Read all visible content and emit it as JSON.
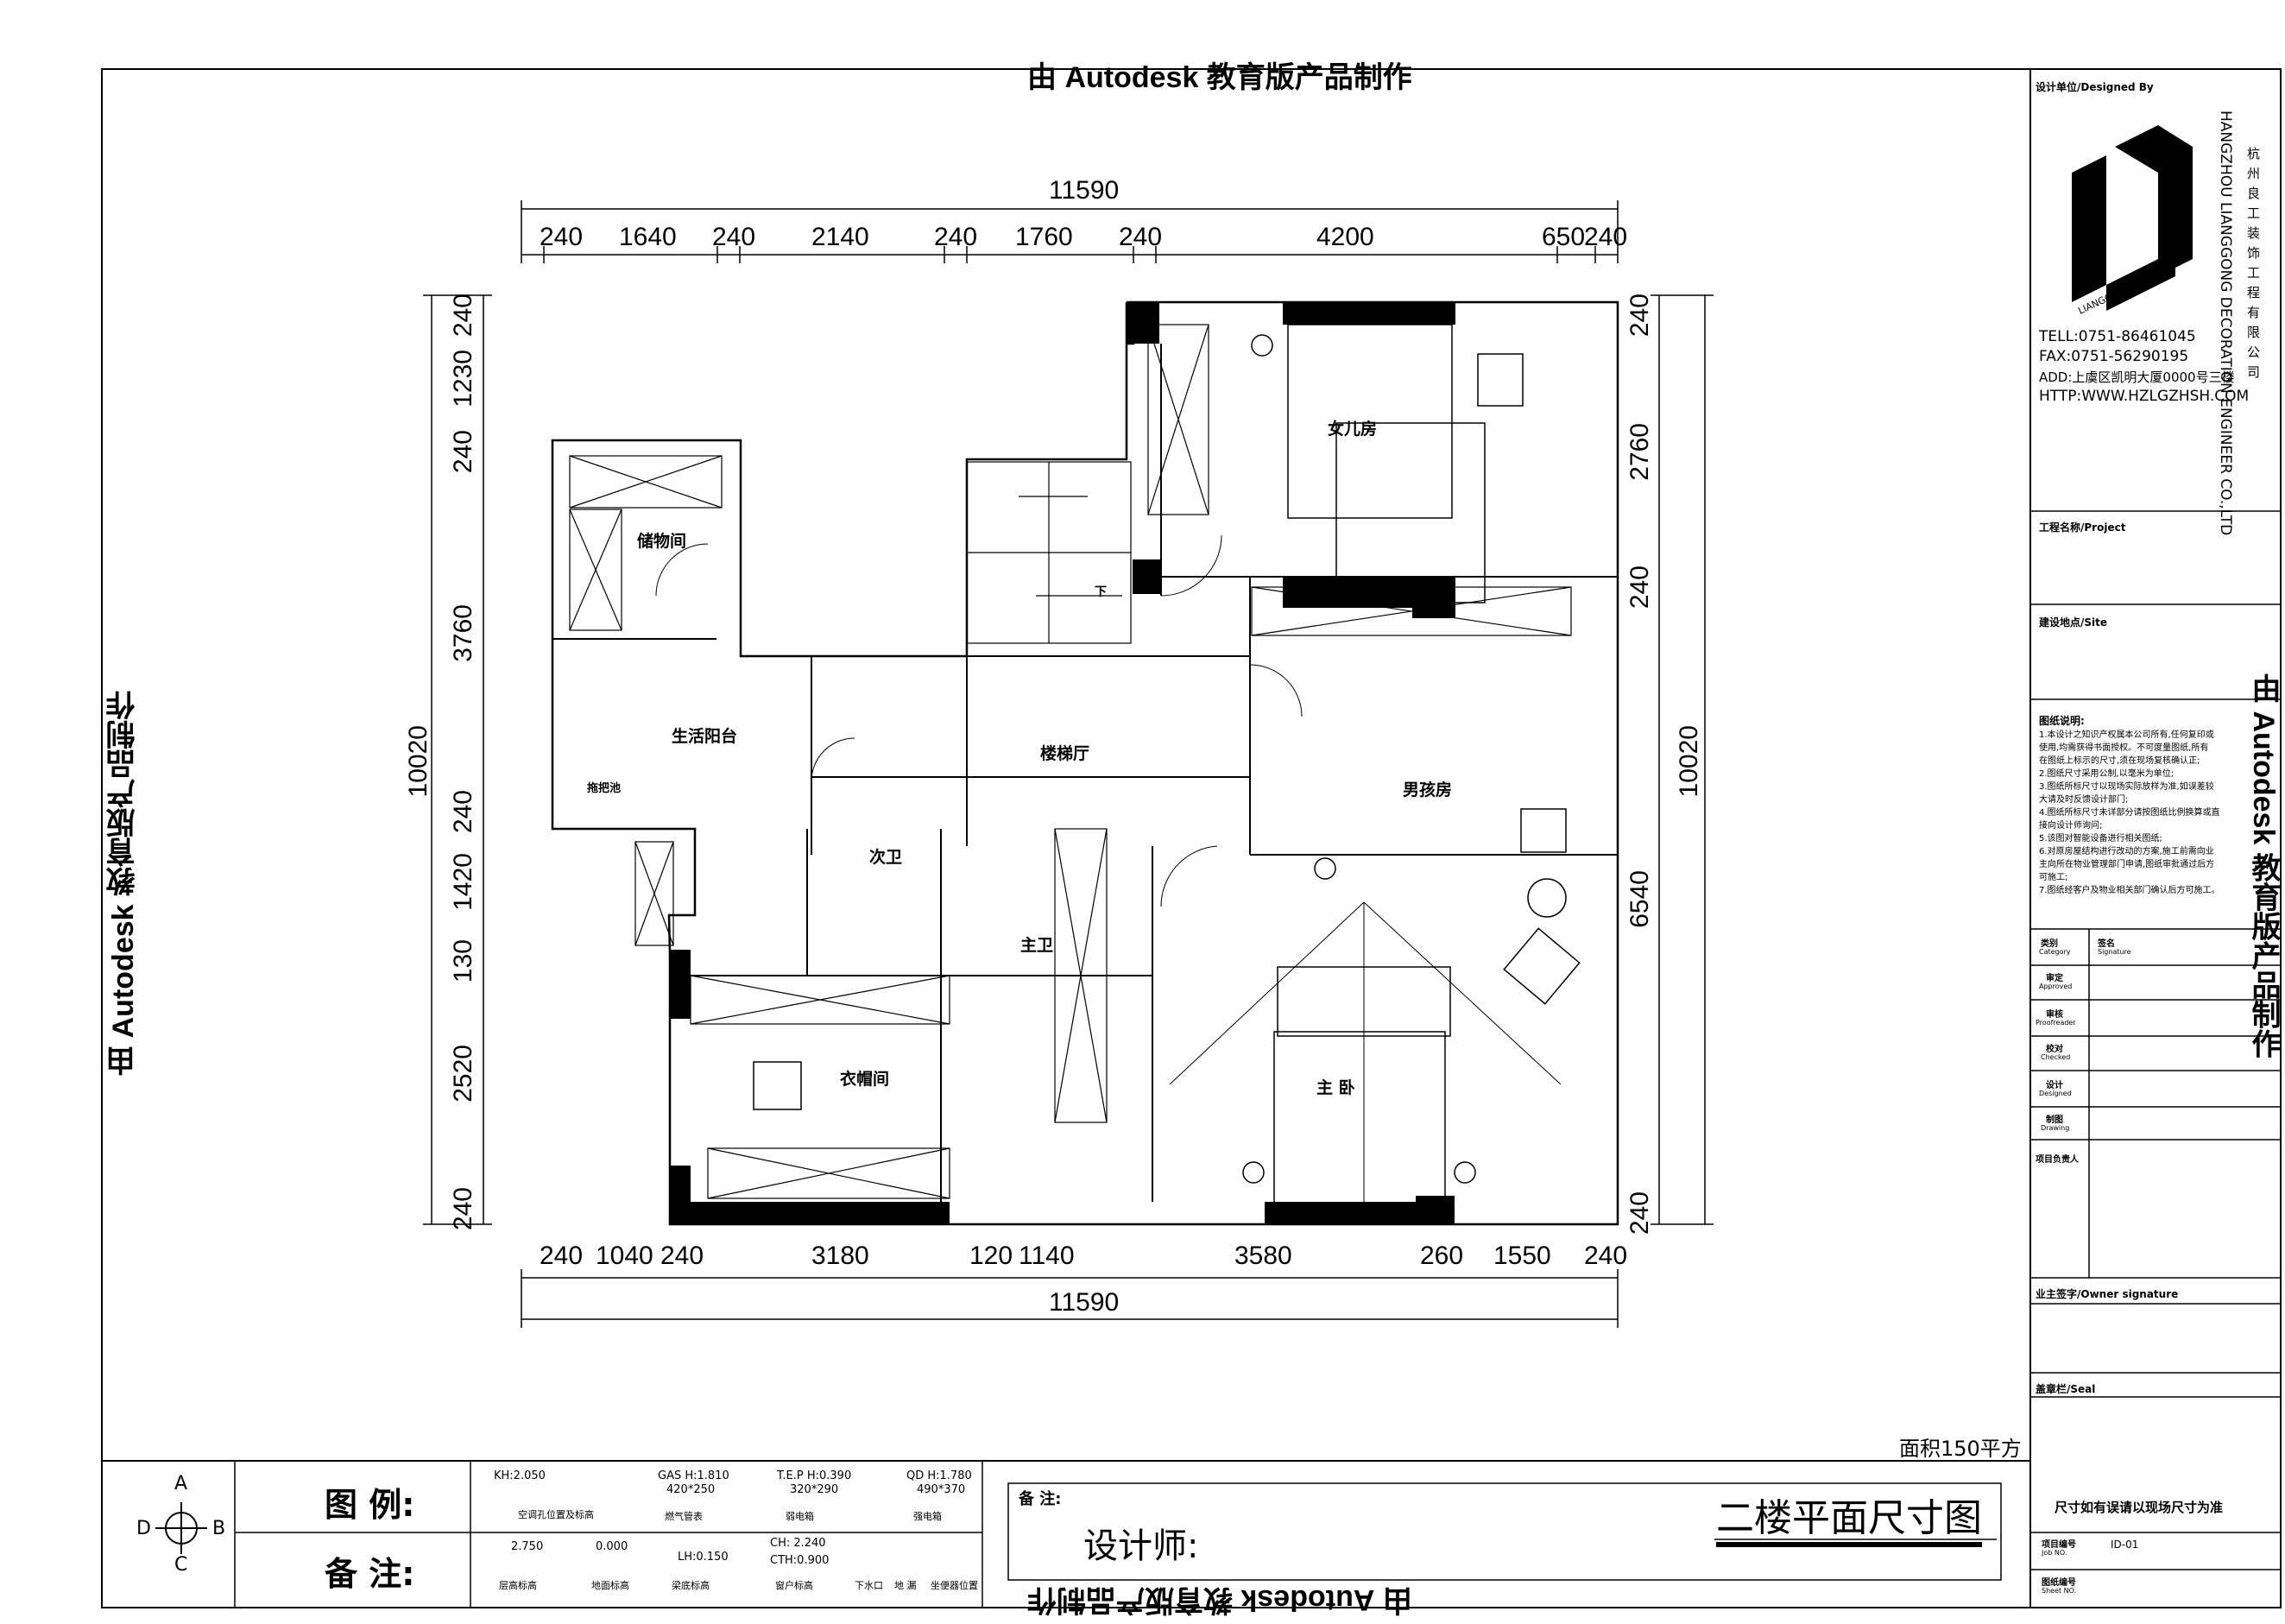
{
  "watermark": {
    "text": "由 Autodesk 教育版产品制作"
  },
  "dimensions": {
    "top_total": "11590",
    "top_segments": [
      "240",
      "1640",
      "240",
      "2140",
      "240",
      "1760",
      "240",
      "4200",
      "650",
      "240"
    ],
    "bottom_total": "11590",
    "bottom_segments": [
      "240",
      "1040",
      "240",
      "3180",
      "120",
      "1140",
      "3580",
      "260",
      "1550",
      "240"
    ],
    "left_total": "10020",
    "left_segments": [
      "240",
      "1230",
      "240",
      "3760",
      "240",
      "1420",
      "130",
      "2520",
      "240"
    ],
    "right_total": "10020",
    "right_segments": [
      "240",
      "2760",
      "240",
      "6540",
      "240"
    ]
  },
  "rooms": {
    "daughter": "女儿房",
    "storage": "储物间",
    "balcony": "生活阳台",
    "washbasin": "拖把池",
    "stair_hall": "楼梯厅",
    "boy": "男孩房",
    "second_bath": "次卫",
    "master_bath": "主卫",
    "wardrobe": "衣帽间",
    "master_bed": "主  卧",
    "stair_down": "下"
  },
  "area_text": "面积150平方",
  "title_block": {
    "designer_unit": "设计单位/Designed By",
    "company_cn": "杭州良工装饰工程有限公司",
    "company_en": "HANGZHOU LIANGGONG DECORATION ENGINEER CO.,LTD",
    "logo_text": "LIANGGONG",
    "tel": "TELL:0751-86461045",
    "fax": "FAX:0751-56290195",
    "add": "ADD:上虞区凯明大厦0000号三楼",
    "http": "HTTP:WWW.HZLGZHSH.COM",
    "project": "工程名称/Project",
    "site": "建设地点/Site",
    "notes_title": "图纸说明:",
    "notes": [
      "1.本设计之知识产权属本公司所有,任何复印或",
      "使用,均需获得书面授权。不可度量图纸,所有",
      "在图纸上标示的尺寸,须在现场复核确认正;",
      "2.图纸尺寸采用公制,以毫米为单位;",
      "3.图纸所标尺寸以现场实际放样为准,如误差较",
      "大请及时反馈设计部门;",
      "4.图纸所标尺寸未详部分请按图纸比例换算或直",
      "接向设计师询问;",
      "5.该图对智能设备进行相关图纸;",
      "6.对原房屋结构进行改动的方案,施工前需向业",
      "主向所在物业管理部门申请,图纸审批通过后方",
      "可施工;",
      "7.图纸经客户及物业相关部门确认后方可施工。"
    ],
    "category": "类别",
    "category_en": "Category",
    "signature": "签名",
    "signature_en": "Signature",
    "rows": [
      {
        "cn": "审定",
        "en": "Approved"
      },
      {
        "cn": "审核",
        "en": "Proofreader"
      },
      {
        "cn": "校对",
        "en": "Checked"
      },
      {
        "cn": "设计",
        "en": "Designed"
      },
      {
        "cn": "制图",
        "en": "Drawing"
      }
    ],
    "project_lead": "项目负责人",
    "owner_sig": "业主签字/Owner signature",
    "seal": "盖章栏/Seal",
    "size_note": "尺寸如有误请以现场尺寸为准",
    "job_no_label": "项目编号",
    "job_no_en": "Job NO.",
    "job_no": "ID-01",
    "sheet_no_label": "图纸编号",
    "sheet_no_en": "Sheet NO."
  },
  "legend": {
    "compass": {
      "n": "A",
      "w": "D",
      "e": "B",
      "s": "C"
    },
    "legend_label": "图  例:",
    "notes_label": "备  注:",
    "items_top": [
      {
        "code": "KH:2.050",
        "desc": "空调孔位置及标高"
      },
      {
        "code": "GAS H:1.810",
        "sub": "420*250",
        "desc": "燃气管表"
      },
      {
        "code": "T.E.P H:0.390",
        "sub": "320*290",
        "desc": "弱电箱"
      },
      {
        "code": "QD H:1.780",
        "sub": "490*370",
        "desc": "强电箱"
      }
    ],
    "items_bottom": [
      {
        "code": "2.750",
        "desc": "层高标高"
      },
      {
        "code": "0.000",
        "desc": "地面标高"
      },
      {
        "code": "LH:0.150",
        "desc": "梁底标高"
      },
      {
        "code": "CH: 2.240",
        "sub": "CTH:0.900",
        "desc": "窗户标高"
      },
      {
        "code": "",
        "desc": "下水口"
      },
      {
        "code": "",
        "desc": "地  漏"
      },
      {
        "code": "",
        "desc": "坐便器位置"
      }
    ],
    "remark_label": "备  注:",
    "designer_label": "设计师:",
    "drawing_title": "二楼平面尺寸图"
  }
}
